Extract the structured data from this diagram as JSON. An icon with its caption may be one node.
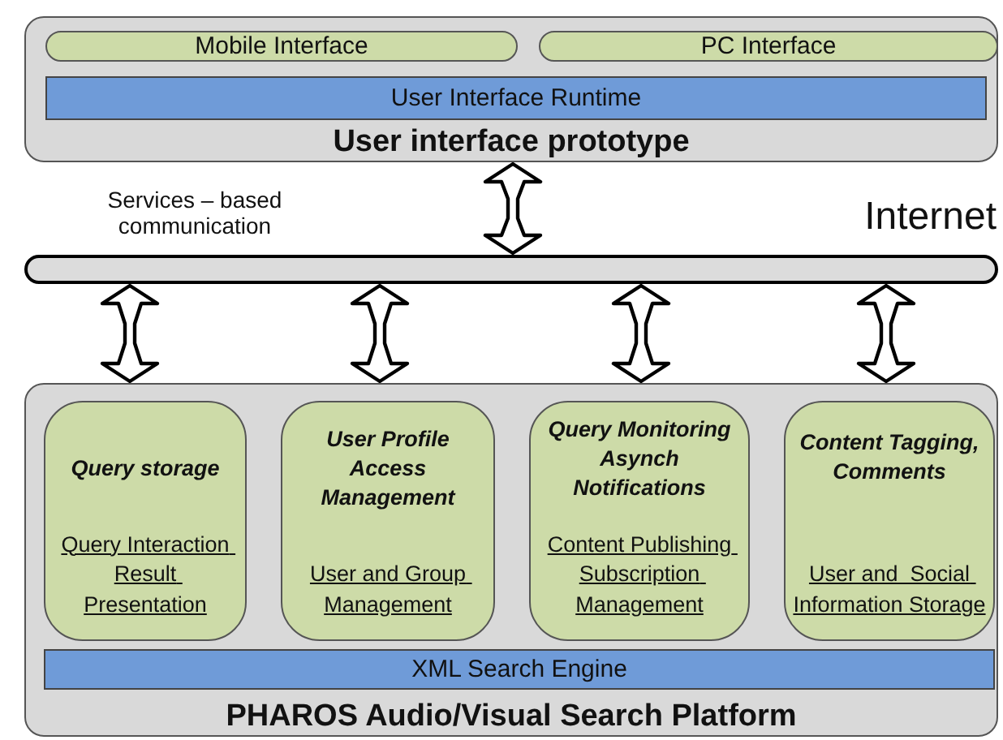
{
  "diagram": {
    "nodes": [
      {
        "text": [
          "User interface prototype"
        ]
      },
      {
        "text": [
          "Mobile Interface"
        ],
        "in": 0
      },
      {
        "text": [
          "PC Interface"
        ],
        "in": 0
      },
      {
        "text": [
          "User Interface Runtime"
        ],
        "in": 0
      },
      {
        "text": [],
        "shape": "cylinder",
        "beside": [
          "Services – based communication",
          "Internet"
        ]
      },
      {
        "text": [
          "PHAROS Audio/Visual Search Platform"
        ]
      },
      {
        "text": [
          "Query storage",
          "Query Interaction Result Presentation"
        ],
        "in": 5
      },
      {
        "text": [
          "User Profile Access Management",
          "User and Group Management"
        ],
        "in": 5
      },
      {
        "text": [
          "Query Monitoring Asynch Notifications",
          "Content Publishing Subscription Management"
        ],
        "in": 5
      },
      {
        "text": [
          "Content Tagging, Comments",
          "User and  Social Information Storage"
        ],
        "in": 5
      },
      {
        "text": [
          "XML Search Engine"
        ],
        "in": 5
      }
    ],
    "edges": [
      {
        "from": 0,
        "to": 4,
        "arrow": "both"
      },
      {
        "from": 4,
        "to": 5,
        "arrow": "both"
      },
      {
        "from": 4,
        "to": 5,
        "arrow": "both"
      },
      {
        "from": 4,
        "to": 5,
        "arrow": "both"
      },
      {
        "from": 4,
        "to": 5,
        "arrow": "both"
      }
    ]
  }
}
